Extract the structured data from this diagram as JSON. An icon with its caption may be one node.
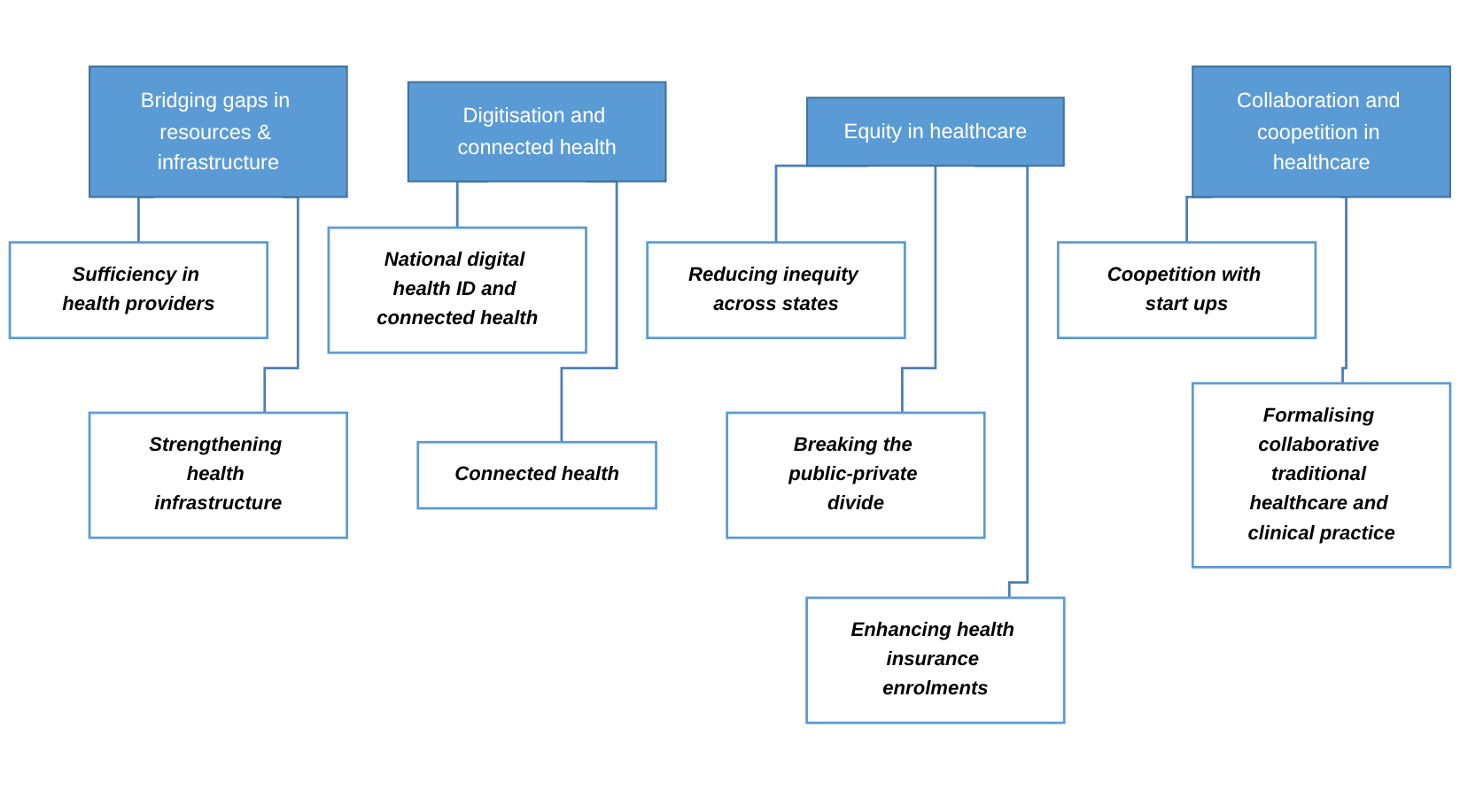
{
  "diagram": {
    "nodes": [
      {
        "text": [
          "Equity in healthcare"
        ]
      },
      {
        "text": [
          "Reducing inequity across states"
        ]
      },
      {
        "text": [
          "Breaking the public-private divide"
        ]
      },
      {
        "text": [
          "Enhancing health insurance enrolments"
        ]
      },
      {
        "text": [
          "Bridging gaps in resources & infrastructure"
        ]
      },
      {
        "text": [
          "Sufficiency in health providers"
        ]
      },
      {
        "text": [
          "Strengthening health infrastructure"
        ]
      },
      {
        "text": [
          "Digitisation and connected health"
        ]
      },
      {
        "text": [
          "National digital health ID and connected health"
        ]
      },
      {
        "text": [
          "Connected health"
        ]
      },
      {
        "text": [
          "Collaboration and coopetition in healthcare"
        ]
      },
      {
        "text": [
          "Coopetition with start ups"
        ]
      },
      {
        "text": [
          "Formalising collaborative traditional healthcare and clinical practice"
        ]
      }
    ],
    "edges": [
      {
        "from": 0,
        "to": 1,
        "arrow": "none"
      },
      {
        "from": 0,
        "to": 2,
        "arrow": "none"
      },
      {
        "from": 0,
        "to": 3,
        "arrow": "none"
      },
      {
        "from": 4,
        "to": 5,
        "arrow": "none"
      },
      {
        "from": 4,
        "to": 6,
        "arrow": "none"
      },
      {
        "from": 7,
        "to": 8,
        "arrow": "none"
      },
      {
        "from": 7,
        "to": 9,
        "arrow": "none"
      },
      {
        "from": 10,
        "to": 11,
        "arrow": "none"
      },
      {
        "from": 10,
        "to": 12,
        "arrow": "none"
      }
    ]
  }
}
